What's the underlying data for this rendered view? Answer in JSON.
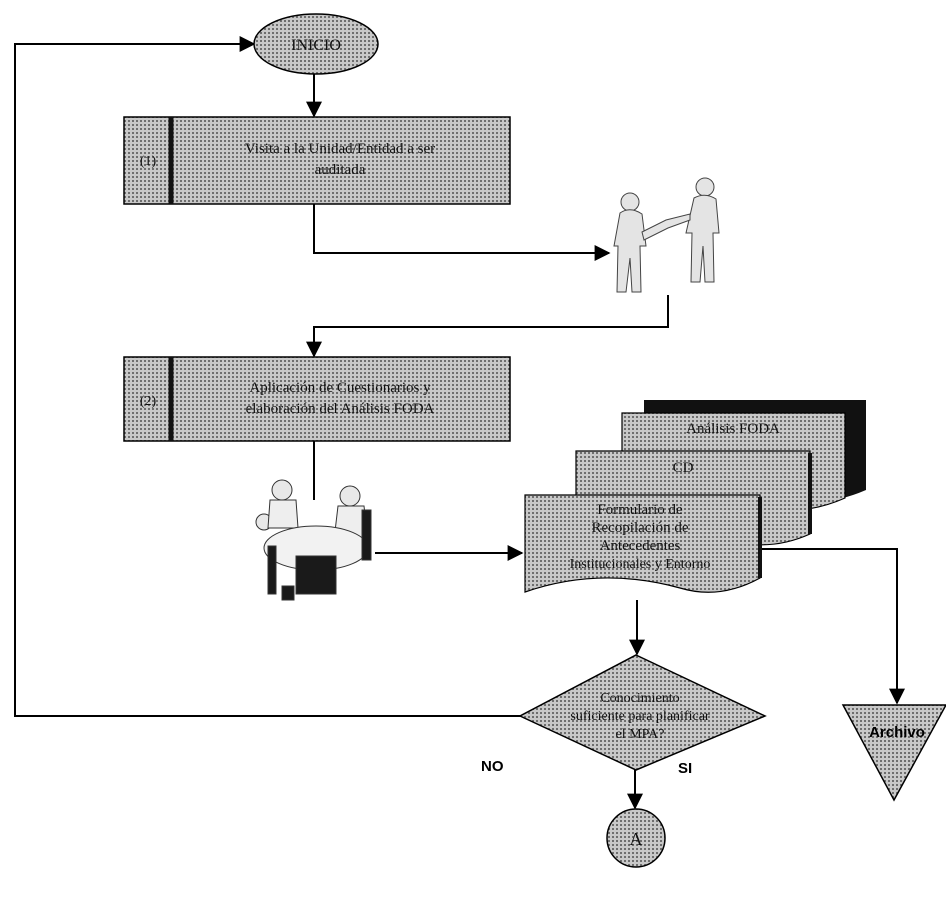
{
  "diagram": {
    "start_label": "INICIO",
    "step1": {
      "number": "(1)",
      "text_line1": "Visita a la Unidad/Entidad a ser",
      "text_line2": "auditada"
    },
    "step2": {
      "number": "(2)",
      "text_line1": "Aplicación de Cuestionarios y",
      "text_line2": "elaboración del Análisis FODA"
    },
    "doc_back": "Análisis FODA",
    "doc_mid": "CD",
    "doc_front": {
      "line1": "Formulario de",
      "line2": "Recopilación de",
      "line3": "Antecedentes",
      "line4": "Institucionales y Entorno"
    },
    "decision": {
      "line1": "Conocimiento",
      "line2": "suficiente para planificar",
      "line3": "el MPA?"
    },
    "archive_label": "Archivo",
    "no_label": "NO",
    "yes_label": "SI",
    "connector_label": "A",
    "colors": {
      "fill": "#b5b5b5",
      "dark": "#1a1a1a",
      "line": "#000000"
    }
  }
}
